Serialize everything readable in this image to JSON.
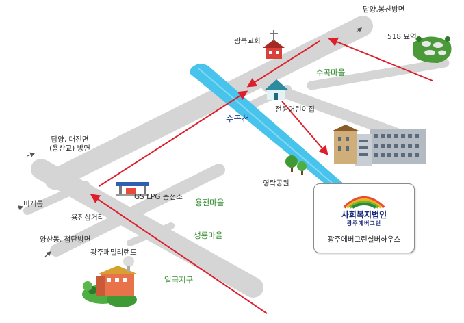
{
  "labels": {
    "damyang_bongsan": "담양,봉산방면",
    "yoyeok_518": "518 묘역",
    "church": "광북교회",
    "sugok_village": "수곡마을",
    "nursery": "전원어린이집",
    "sugok_stream": "수곡천",
    "damyang_daejeon_1": "담양, 대전면",
    "damyang_daejeon_2": "(용산교) 방면",
    "miga": "미개통",
    "gs_lpg": "GS LPG 충전소",
    "yongjeon_village": "용전마을",
    "yeongrak_park": "영락공원",
    "yongjeon_junction": "용전삼거리",
    "yangsan_1": "양산동, 첨단방면",
    "family_land": "광주패밀리랜드",
    "saengryong_village": "생룡마을",
    "ilgok_district": "일곡지구"
  },
  "callout": {
    "logo_line1": "사회복지법인",
    "logo_line2": "광주에버그린",
    "name": "광주에버그린실버하우스"
  },
  "colors": {
    "road": "#d5d5d5",
    "stream": "#47c3ec",
    "route_arrow": "#dd1e2b",
    "village_text": "#2f8a2a",
    "stream_text": "#1a3d8a"
  }
}
